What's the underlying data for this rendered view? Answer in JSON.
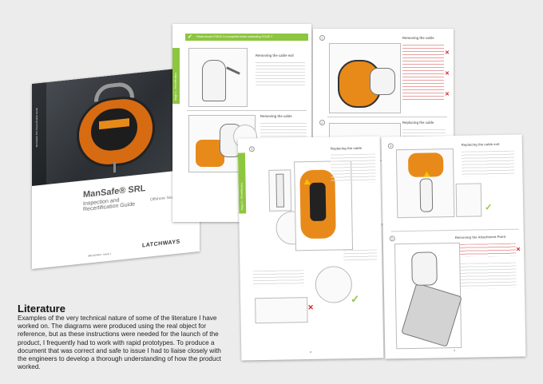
{
  "caption": {
    "title": "Literature",
    "body": "Examples of the very technical nature of some of the literature I have worked on. The diagrams were produced using the real object for reference, but as these instructions were needed for the launch of the product, I frequently had to work with rapid prototypes. To produce a document that was correct and safe to issue I had to liaise closely with the engineers to develop a thorough understanding of how the product worked."
  },
  "booklet": {
    "side_tab": "ManSafe® SRL Recertification Guide",
    "title": "ManSafe® SRL",
    "subtitle": "Inspection and Recertification Guide",
    "variant": "Offshore Sealed SRL",
    "brand": "LATCHWAYS",
    "footer": "SRL10044/3 · Issue 1"
  },
  "spread_top": {
    "banner": "Please ensure STAGE 1 is completed before undertaking STAGE 2.",
    "side_tab": "Stage 2 – Recertification",
    "left_sections": [
      "Removing the cable exit",
      "Removing the cable"
    ],
    "right_sections": [
      "Removing the cable",
      "Replacing the cable"
    ]
  },
  "spread_bottom": {
    "side_tab": "Stage 2 – Recertification",
    "left_section": "Replacing the cable",
    "right_sections": [
      "Replacing the cable exit",
      "Removing the Attachment Point"
    ],
    "page_left": "8",
    "page_right": "9"
  },
  "colors": {
    "accent_green": "#8dc63f",
    "product_orange": "#e88a1a",
    "warning_red": "#d01f1f"
  }
}
